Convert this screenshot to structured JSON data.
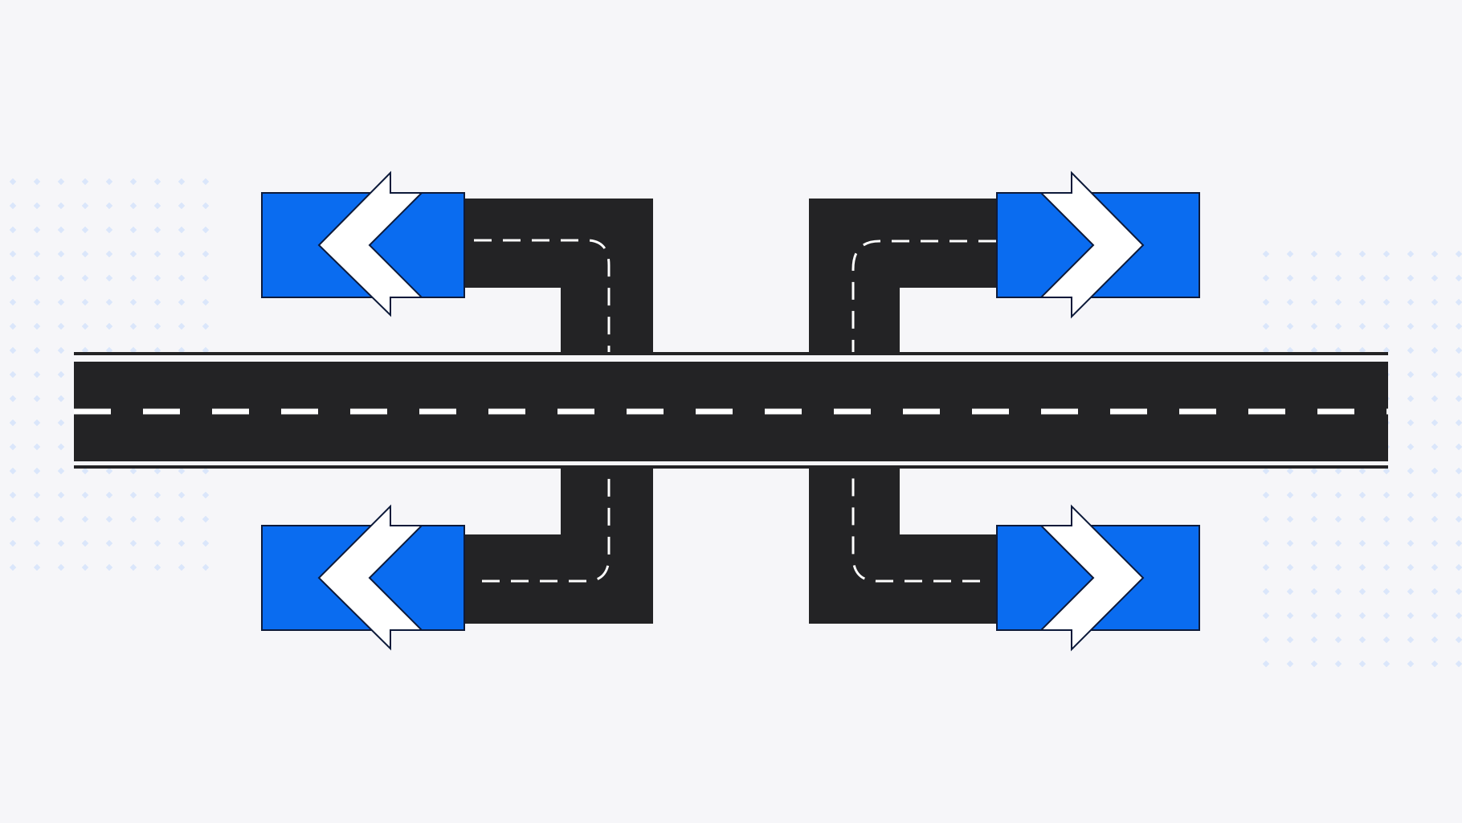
{
  "colors": {
    "background": "#f6f6f9",
    "road": "#232325",
    "lane_marking": "#ffffff",
    "sign_blue": "#0a6cf0",
    "sign_outline": "#0d1a3a",
    "arrow_fill": "#ffffff",
    "dot_pattern": "#d7e4fb"
  },
  "diagram": {
    "main_road": {
      "lanes": 2,
      "center_line": "dashed",
      "edge_lines": "solid"
    },
    "exits": [
      {
        "id": "top-left",
        "direction": "left",
        "icon": "arrow-left-icon"
      },
      {
        "id": "bottom-left",
        "direction": "left",
        "icon": "arrow-left-icon"
      },
      {
        "id": "top-right",
        "direction": "right",
        "icon": "arrow-right-icon"
      },
      {
        "id": "bottom-right",
        "direction": "right",
        "icon": "arrow-right-icon"
      }
    ]
  }
}
